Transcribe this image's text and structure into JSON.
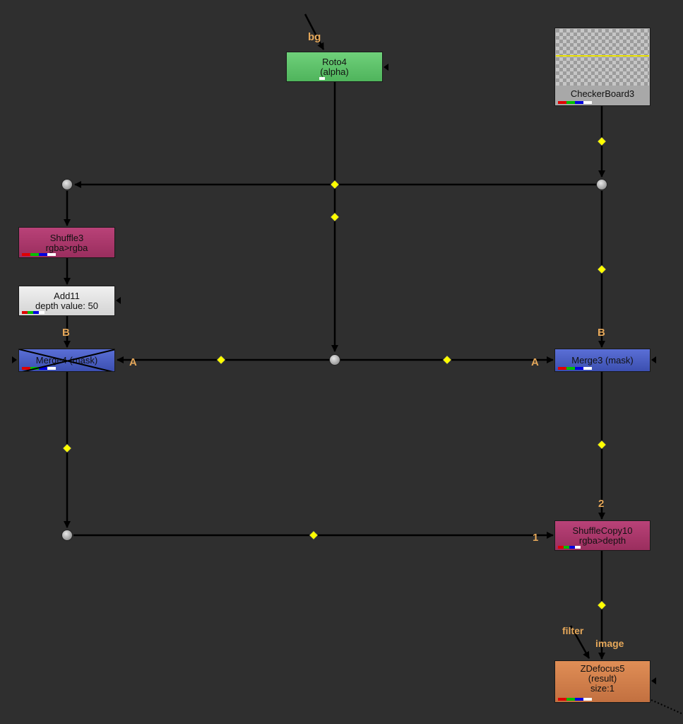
{
  "nodes": {
    "roto4": {
      "name": "Roto4",
      "sub": "(alpha)",
      "color": "#5ec46a"
    },
    "checkerboard3": {
      "name": "CheckerBoard3",
      "color": "#9a9a9a"
    },
    "shuffle3": {
      "name": "Shuffle3",
      "sub": "rgba>rgba",
      "color": "#a8366a"
    },
    "add11": {
      "name": "Add11",
      "sub": "depth value: 50",
      "color": "#e4e4e4"
    },
    "merge4": {
      "name": "Merge4 (mask)",
      "color": "#4a5ec4",
      "disabled": true
    },
    "merge3": {
      "name": "Merge3 (mask)",
      "color": "#4a5ec4"
    },
    "shufflecopy10": {
      "name": "ShuffleCopy10",
      "sub": "rgba>depth",
      "color": "#a8366a"
    },
    "zdefocus5": {
      "name": "ZDefocus5",
      "sub": "(result)",
      "sub2": "size:1",
      "color": "#d2814a"
    }
  },
  "input_labels": {
    "roto4_bg": "bg",
    "merge4_b": "B",
    "merge4_a": "A",
    "merge3_b": "B",
    "merge3_a": "A",
    "shufflecopy10_2": "2",
    "shufflecopy10_1": "1",
    "zdefocus5_filter": "filter",
    "zdefocus5_image": "image"
  },
  "colors": {
    "background": "#2f2f2f",
    "edge": "#000000",
    "edge_midpoint": "#ffff00",
    "input_label": "#e6a85a"
  }
}
